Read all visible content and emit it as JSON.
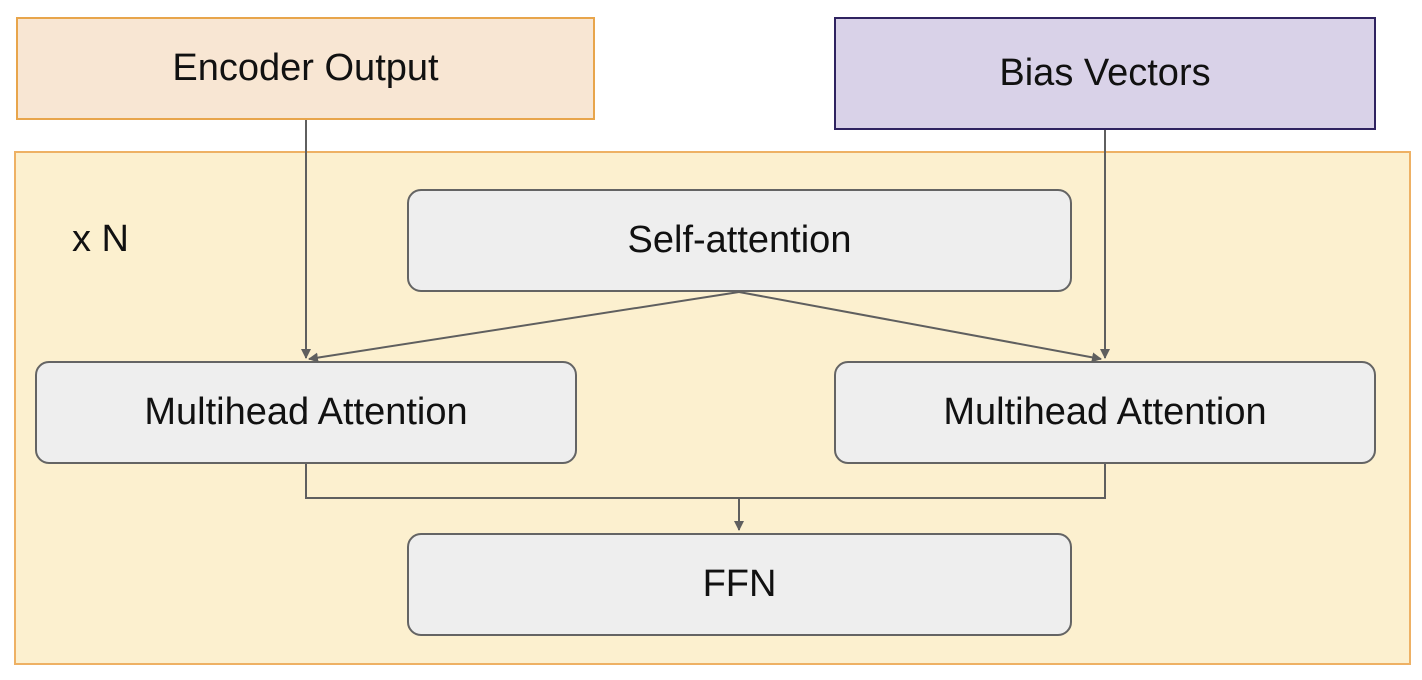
{
  "diagram": {
    "encoder_output": "Encoder Output",
    "bias_vectors": "Bias Vectors",
    "repeat_label": "x N",
    "self_attention": "Self-attention",
    "multihead_left": "Multihead Attention",
    "multihead_right": "Multihead Attention",
    "ffn": "FFN"
  },
  "colors": {
    "encoder_fill": "#f8e6d3",
    "encoder_border": "#e8a54b",
    "bias_fill": "#d9d2e8",
    "bias_border": "#2f2360",
    "stack_fill": "#fcf0cf",
    "stack_border": "#eeb164",
    "node_fill": "#eeeeee",
    "node_border": "#646464",
    "arrow": "#5f5f5f"
  }
}
